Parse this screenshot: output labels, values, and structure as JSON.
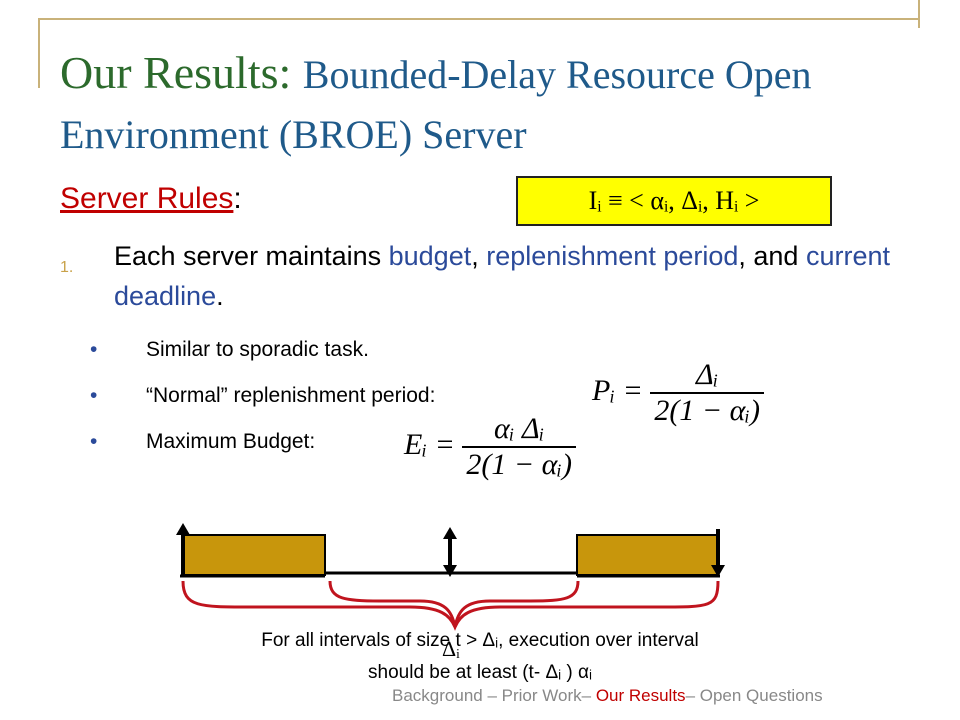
{
  "slide": {
    "title_main": "Our Results:",
    "title_sub": "Bounded-Delay Resource Open Environment (BROE) Server",
    "server_rules_label": "Server Rules",
    "server_rules_colon": ":",
    "notation_box": "Iᵢ ≡ < αᵢ, Δᵢ, Hᵢ >",
    "item1": {
      "number": "1.",
      "text_a": "Each server maintains ",
      "budget": "budget",
      "comma": ", ",
      "replenishment_period": "replenishment period",
      "and": ", and ",
      "current_deadline": "current deadline",
      "period": "."
    },
    "bullets": [
      {
        "symbol": "•",
        "text": "Similar to sporadic task."
      },
      {
        "symbol": "•",
        "text": "“Normal” replenishment period:"
      },
      {
        "symbol": "•",
        "text": "Maximum Budget:"
      }
    ],
    "formula_p": {
      "lhs": "Pᵢ =",
      "num": "Δᵢ",
      "den": "2(1 − αᵢ)"
    },
    "formula_e": {
      "lhs": "Eᵢ =",
      "num": "αᵢ Δᵢ",
      "den": "2(1 − αᵢ)"
    },
    "diagram_caption_line1": "For all intervals of size t > Δᵢ, execution over interval",
    "diagram_caption_line2": "should be at least (t- Δᵢ ) αᵢ",
    "brace_label": "Δᵢ",
    "footer": {
      "background": "Background",
      "sep1": " – ",
      "prior": "Prior Work",
      "sep2": "– ",
      "ours": "Our Results",
      "sep3": "– ",
      "open": "Open Questions"
    },
    "colors": {
      "title_green": "#2c6a2c",
      "title_blue": "#1f5a8a",
      "rules_red": "#c00000",
      "highlight_blue": "#2b4a9a",
      "box_yellow": "#ffff00",
      "block_gold": "#c8960c",
      "brace_red": "#c0141e"
    }
  }
}
